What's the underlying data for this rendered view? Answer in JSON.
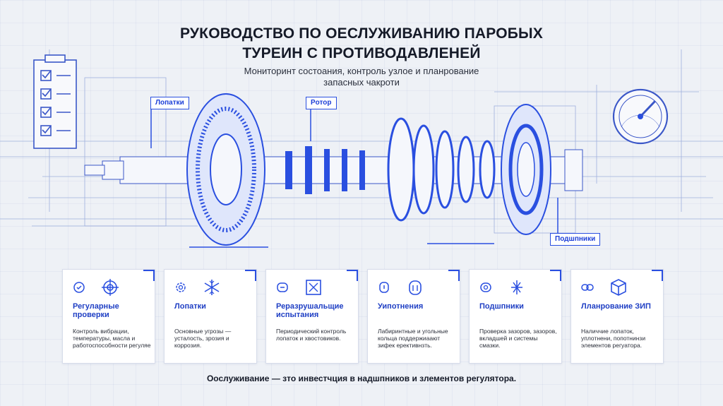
{
  "header": {
    "title_line1": "РУКОВОДСТВО ПО ОЕСЛУЖИВАНИЮ ПАРОБЫХ",
    "title_line2": "ТУРЕИН С ПРОТИВОДАВЛЕНЕЙ",
    "subtitle_line1": "Мониторинт состоания, контроль узлое и планрование",
    "subtitle_line2": "запасных чакроти"
  },
  "labels": {
    "blades": "Лопатки",
    "rotor": "Pотор",
    "bearings": "Подшпники"
  },
  "cards": [
    {
      "title": "Регуларные проверки",
      "desc": "Контроль вибрации, температуры, масла и работоспособности регуляе",
      "icon": "shield-check-icon",
      "icon2": "crosshair-icon"
    },
    {
      "title": "Лопатки",
      "desc": "Основные угрозы — усталость, зрозия и коррозия.",
      "icon": "gear-icon",
      "icon2": "snowflake-icon"
    },
    {
      "title": "Реразрушальщие испытания",
      "desc": "Периодический контроль лопаток и хвостовиков.",
      "icon": "wrench-icon",
      "icon2": "inspection-box-icon"
    },
    {
      "title": "Уипотнения",
      "desc": "Лабиринтные и угольные кольца поддержиаают зифек ерективнзть.",
      "icon": "shield-icon",
      "icon2": "seal-ring-icon"
    },
    {
      "title": "Подшпники",
      "desc": "Проверка зазоров, зазоров, вкладшей и системы смазки.",
      "icon": "bearing-icon",
      "icon2": "coil-icon"
    },
    {
      "title": "Лланрование ЗИП",
      "desc": "Наличчие лопаток, уплотнени, попотнинзи элементов регуатора.",
      "icon": "link-icon",
      "icon2": "package-icon"
    }
  ],
  "footer": {
    "text": "Оослуживание — зто инвестчция в надшпников и злементов регулятора."
  },
  "colors": {
    "accent": "#2a4fe0",
    "background": "#eef1f6"
  }
}
